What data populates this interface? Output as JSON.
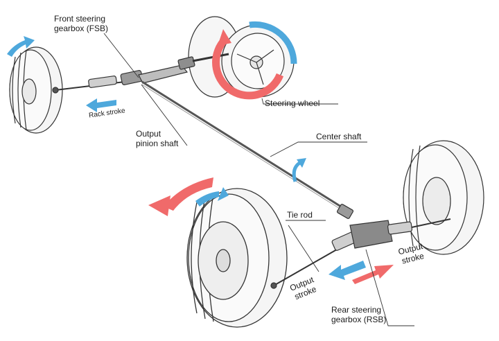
{
  "labels": {
    "fsb_line1": "Front steering",
    "fsb_line2": "gearbox (FSB)",
    "steering_wheel": "Steering wheel",
    "rack_stroke": "Rack stroke",
    "output_pinion_line1": "Output",
    "output_pinion_line2": "pinion shaft",
    "center_shaft": "Center shaft",
    "tie_rod": "Tie rod",
    "output_stroke_left_line1": "Output",
    "output_stroke_left_line2": "stroke",
    "output_stroke_right_line1": "Output",
    "output_stroke_right_line2": "stroke",
    "rsb_line1": "Rear steering",
    "rsb_line2": "gearbox (RSB)"
  },
  "colors": {
    "blue_arrow": "#4ea8dc",
    "red_arrow": "#f06a6a",
    "line": "#333333"
  }
}
